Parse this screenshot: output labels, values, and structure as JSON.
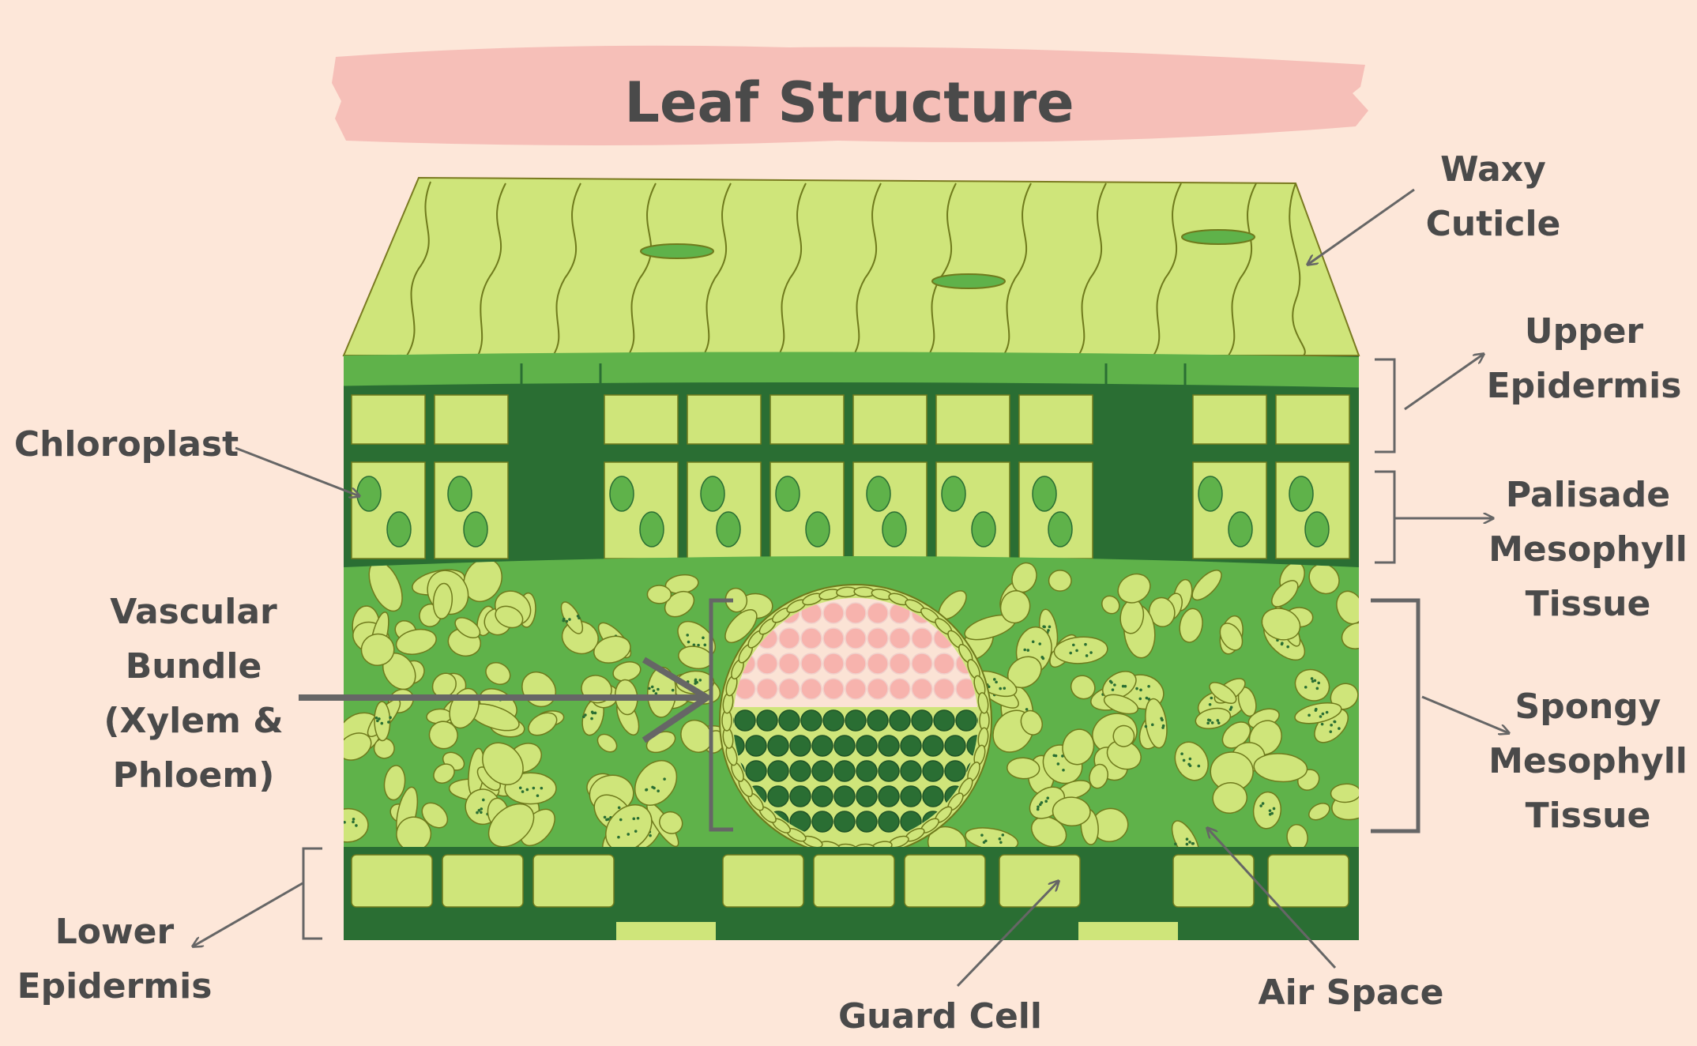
{
  "title": "Leaf Structure",
  "labels": {
    "waxy_cuticle": [
      "Waxy",
      "Cuticle"
    ],
    "upper_epidermis": [
      "Upper",
      "Epidermis"
    ],
    "palisade_mesophyll": [
      "Palisade",
      "Mesophyll",
      "Tissue"
    ],
    "spongy_mesophyll": [
      "Spongy",
      "Mesophyll",
      "Tissue"
    ],
    "chloroplast": "Chloroplast",
    "vascular_bundle": [
      "Vascular",
      "Bundle",
      "(Xylem &",
      "Phloem)"
    ],
    "lower_epidermis": [
      "Lower",
      "Epidermis"
    ],
    "guard_cell": "Guard Cell",
    "air_space": "Air Space"
  },
  "colors": {
    "background": "#fde7d9",
    "title_brush": "#f6bfb8",
    "light_green": "#cfe57a",
    "mid_green": "#5fb24a",
    "dark_green": "#2a6e33",
    "phloem_pink": "#f7b3ad",
    "label_text": "#4a4a4a"
  }
}
